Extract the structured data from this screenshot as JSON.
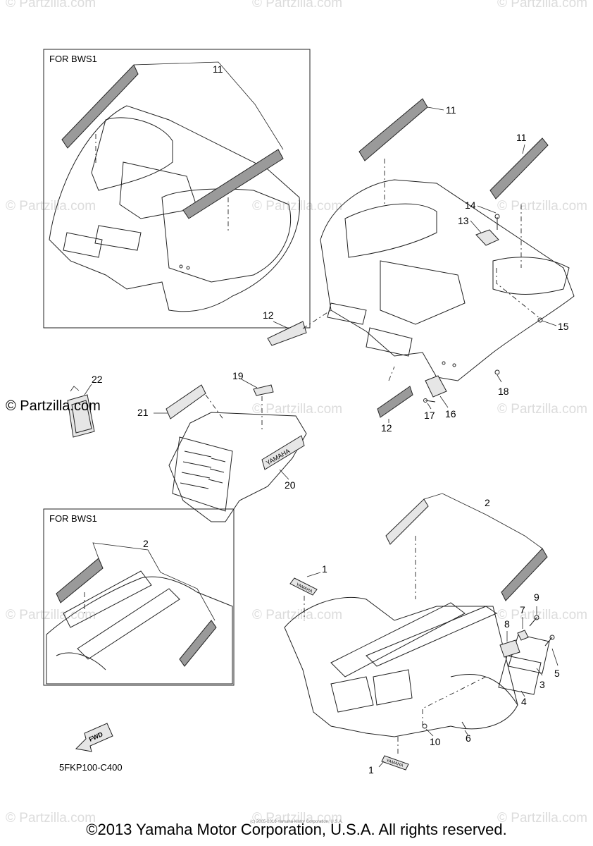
{
  "watermark": "© Partzilla.com",
  "brand_mark": "© Partzilla.com",
  "inset_label": "FOR BWS1",
  "drawing_code": "5FKP100-C400",
  "fwd_label": "FWD",
  "yamaha_label": "YAMAHA",
  "small_notice": "(c) 2005-2016 Yamaha Motor Corporation, U.S.A.",
  "copyright": "©2013 Yamaha Motor Corporation, U.S.A. All rights reserved.",
  "callouts": {
    "c1": "1",
    "c2": "2",
    "c3": "3",
    "c4": "4",
    "c5": "5",
    "c6": "6",
    "c7": "7",
    "c8": "8",
    "c9": "9",
    "c10": "10",
    "c11": "11",
    "c12": "12",
    "c13": "13",
    "c14": "14",
    "c15": "15",
    "c16": "16",
    "c17": "17",
    "c18": "18",
    "c19": "19",
    "c20": "20",
    "c21": "21",
    "c22": "22"
  }
}
